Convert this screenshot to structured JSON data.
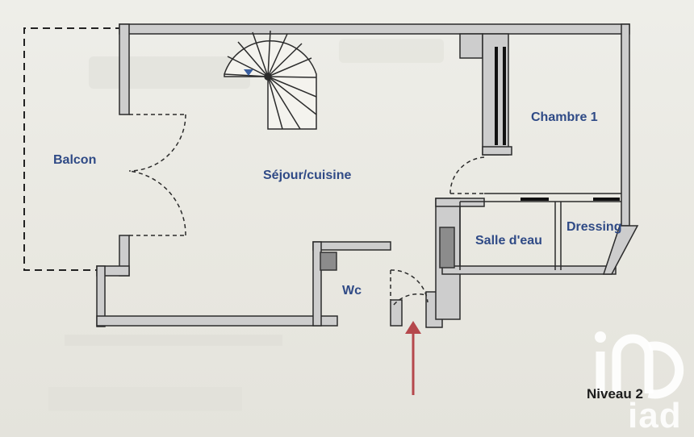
{
  "rooms": {
    "balcon": "Balcon",
    "sejour": "Séjour/cuisine",
    "chambre": "Chambre 1",
    "salle_eau": "Salle d'eau",
    "dressing": "Dressing",
    "wc": "Wc"
  },
  "level_label": "Niveau 2",
  "logo": {
    "mark": "in",
    "name": "iad"
  },
  "colors": {
    "room_label": "#2f4a86",
    "wall_fill": "#cdcdcd",
    "wall_stroke": "#2b2b2b",
    "entrance_arrow": "#b5484c",
    "logo": "#ffffff"
  }
}
